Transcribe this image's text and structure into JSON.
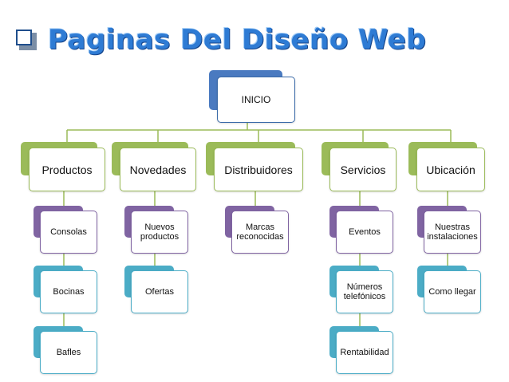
{
  "title": "Paginas Del Diseño Web",
  "icons": {
    "title_bullet": "checkbox-icon"
  },
  "colors": {
    "root": "#4a7ac0",
    "green": "#9bbb59",
    "purple": "#8064a2",
    "cyan": "#4bacc6",
    "line": "#9bbb59"
  },
  "root": {
    "label": "INICIO"
  },
  "branches": [
    {
      "label": "Productos",
      "children": [
        "Consolas",
        "Bocinas",
        "Bafles"
      ]
    },
    {
      "label": "Novedades",
      "children": [
        "Nuevos productos",
        "Ofertas"
      ]
    },
    {
      "label": "Distribuidores",
      "children": [
        "Marcas reconocidas"
      ]
    },
    {
      "label": "Servicios",
      "children": [
        "Eventos",
        "Números telefónicos",
        "Rentabilidad"
      ]
    },
    {
      "label": "Ubicación",
      "children": [
        "Nuestras instalaciones",
        "Como llegar"
      ]
    }
  ]
}
